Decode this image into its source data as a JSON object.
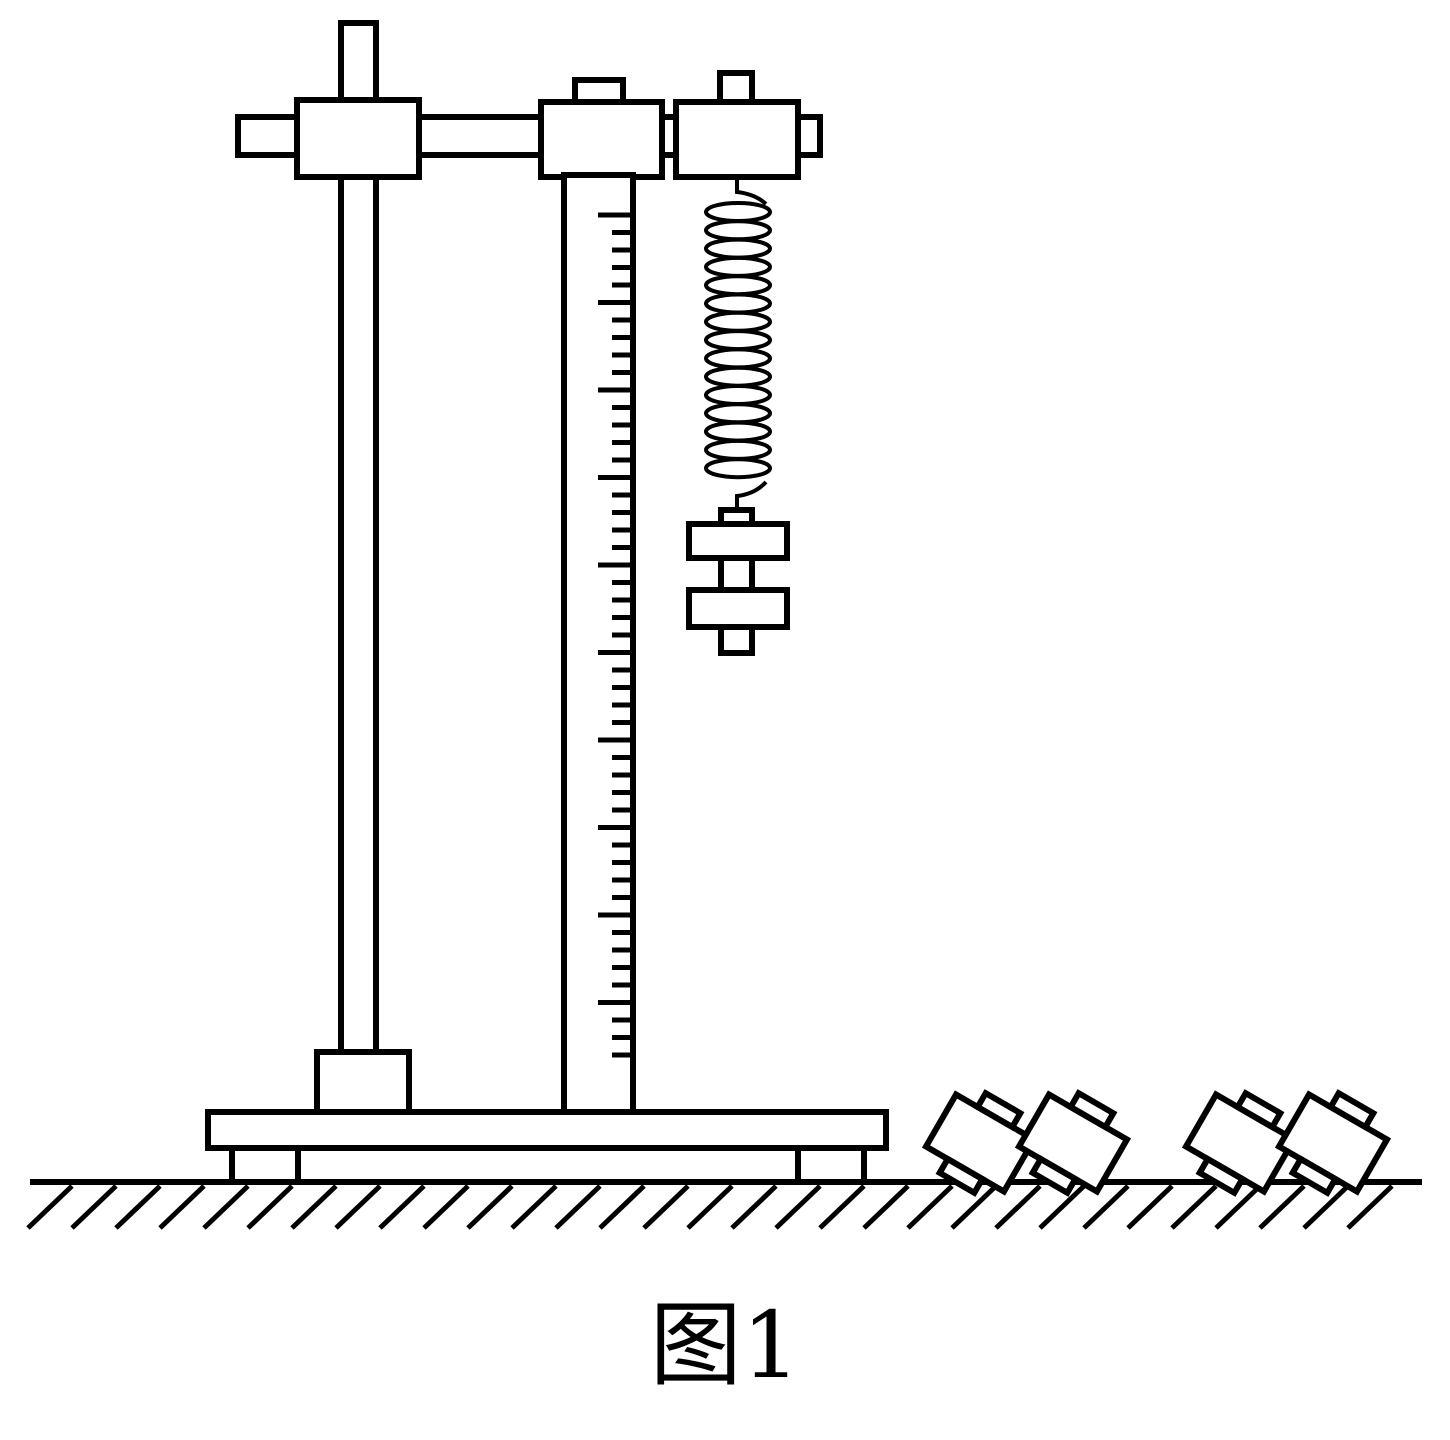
{
  "figure": {
    "caption": "图1",
    "stroke_color": "#000000",
    "background_color": "#ffffff"
  },
  "apparatus": {
    "ruler_ticks": 49,
    "spring_coils": 15,
    "weights_on_spring": 2,
    "weights_on_ground": 4
  }
}
